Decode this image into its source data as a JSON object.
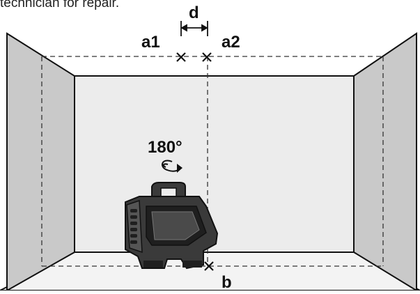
{
  "caption": "technician for repair.",
  "labels": {
    "d": "d",
    "a1": "a1",
    "a2": "a2",
    "rotation": "180°",
    "b": "b"
  },
  "colors": {
    "side_wall": "#c9c9c9",
    "back_wall": "#ececec",
    "floor": "#f3f3f3",
    "device_body": "#3a3a3a",
    "device_dark": "#1f1f1f",
    "device_grip": "#555555",
    "line": "#111111"
  }
}
